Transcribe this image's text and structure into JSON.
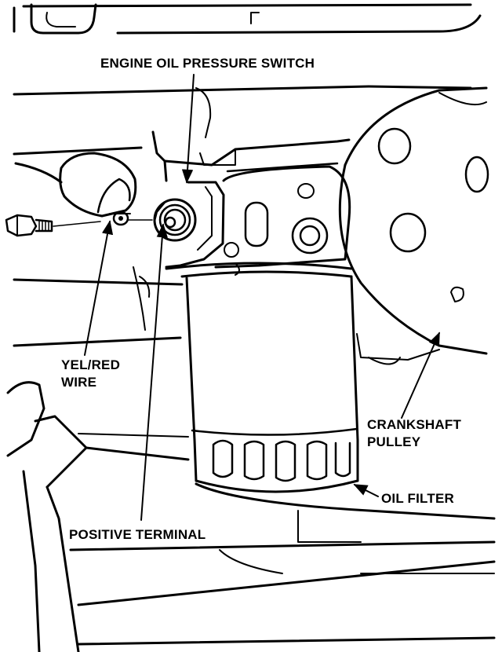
{
  "colors": {
    "ink": "#000000",
    "paper": "#ffffff"
  },
  "labels": {
    "engine_oil_pressure_switch": "ENGINE OIL PRESSURE SWITCH",
    "yel_red_wire": [
      "YEL/RED",
      "WIRE"
    ],
    "crankshaft_pulley": [
      "CRANKSHAFT",
      "PULLEY"
    ],
    "oil_filter": "OIL FILTER",
    "positive_terminal": "POSITIVE TERMINAL"
  }
}
